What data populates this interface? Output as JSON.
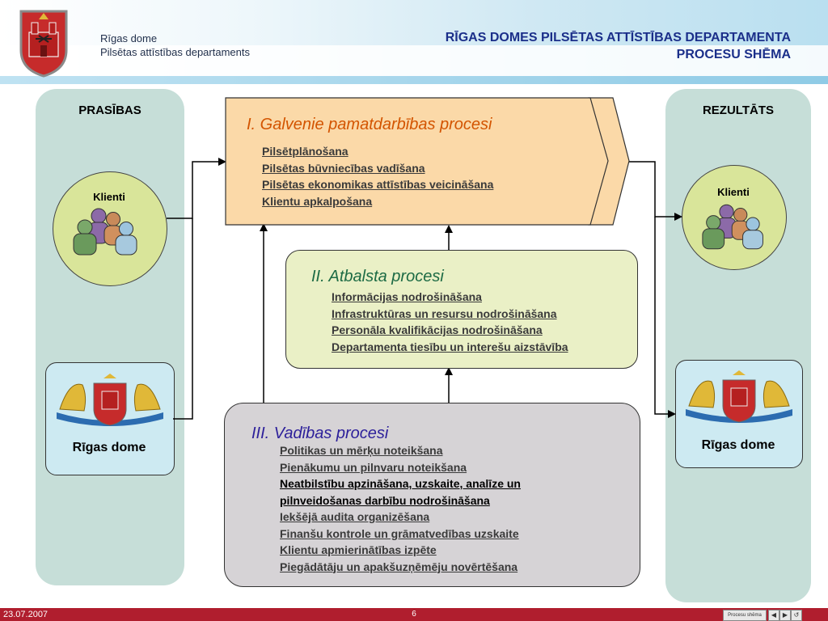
{
  "header": {
    "org_name": "Rīgas dome",
    "org_dept": "Pilsētas attīstības departaments",
    "title_line1": "RĪGAS DOMES PILSĒTAS ATTĪSTĪBAS DEPARTAMENTA",
    "title_line2": "PROCESU SHĒMA",
    "logo_icon": "riga-coat-of-arms-icon"
  },
  "left_column": {
    "title": "PRASĪBAS",
    "client_label": "Klienti",
    "dome_label": "Rīgas dome"
  },
  "right_column": {
    "title": "REZULTĀTS",
    "client_label": "Klienti",
    "dome_label": "Rīgas dome"
  },
  "process_main": {
    "title": "I. Galvenie pamatdarbības procesi",
    "items": [
      "Pilsētplānošana",
      "Pilsētas būvniecības vadīšana",
      "Pilsētas ekonomikas attīstības veicināšana",
      "Klientu apkalpošana"
    ]
  },
  "process_support": {
    "title": "II. Atbalsta procesi",
    "items": [
      "Informācijas nodrošināšana",
      "Infrastruktūras un resursu nodrošināšana",
      "Personāla kvalifikācijas nodrošināšana",
      "Departamenta tiesību un interešu aizstāvība"
    ]
  },
  "process_management": {
    "title": "III. Vadības procesi",
    "items": [
      "Politikas un mērķu noteikšana",
      "Pienākumu un pilnvaru noteikšana",
      "Neatbilstību apzināšana, uzskaite, analīze un",
      "pilnveidošanas darbību nodrošināšana",
      "Iekšējā audita organizēšana",
      "Finanšu kontrole un grāmatvedības uzskaite",
      "Klientu apmierinātības izpēte",
      "Piegādātāju un apakšuzņēmēju novērtēšana"
    ]
  },
  "footer": {
    "date": "23.07.2007",
    "page": "6",
    "nav_label": "Procesu shēma"
  },
  "colors": {
    "title_blue": "#1b2f8a",
    "main_title_orange": "#d35400",
    "support_title_green": "#1d6b45",
    "management_title_blue": "#2c1f9a",
    "footer_red": "#b01e2e"
  }
}
